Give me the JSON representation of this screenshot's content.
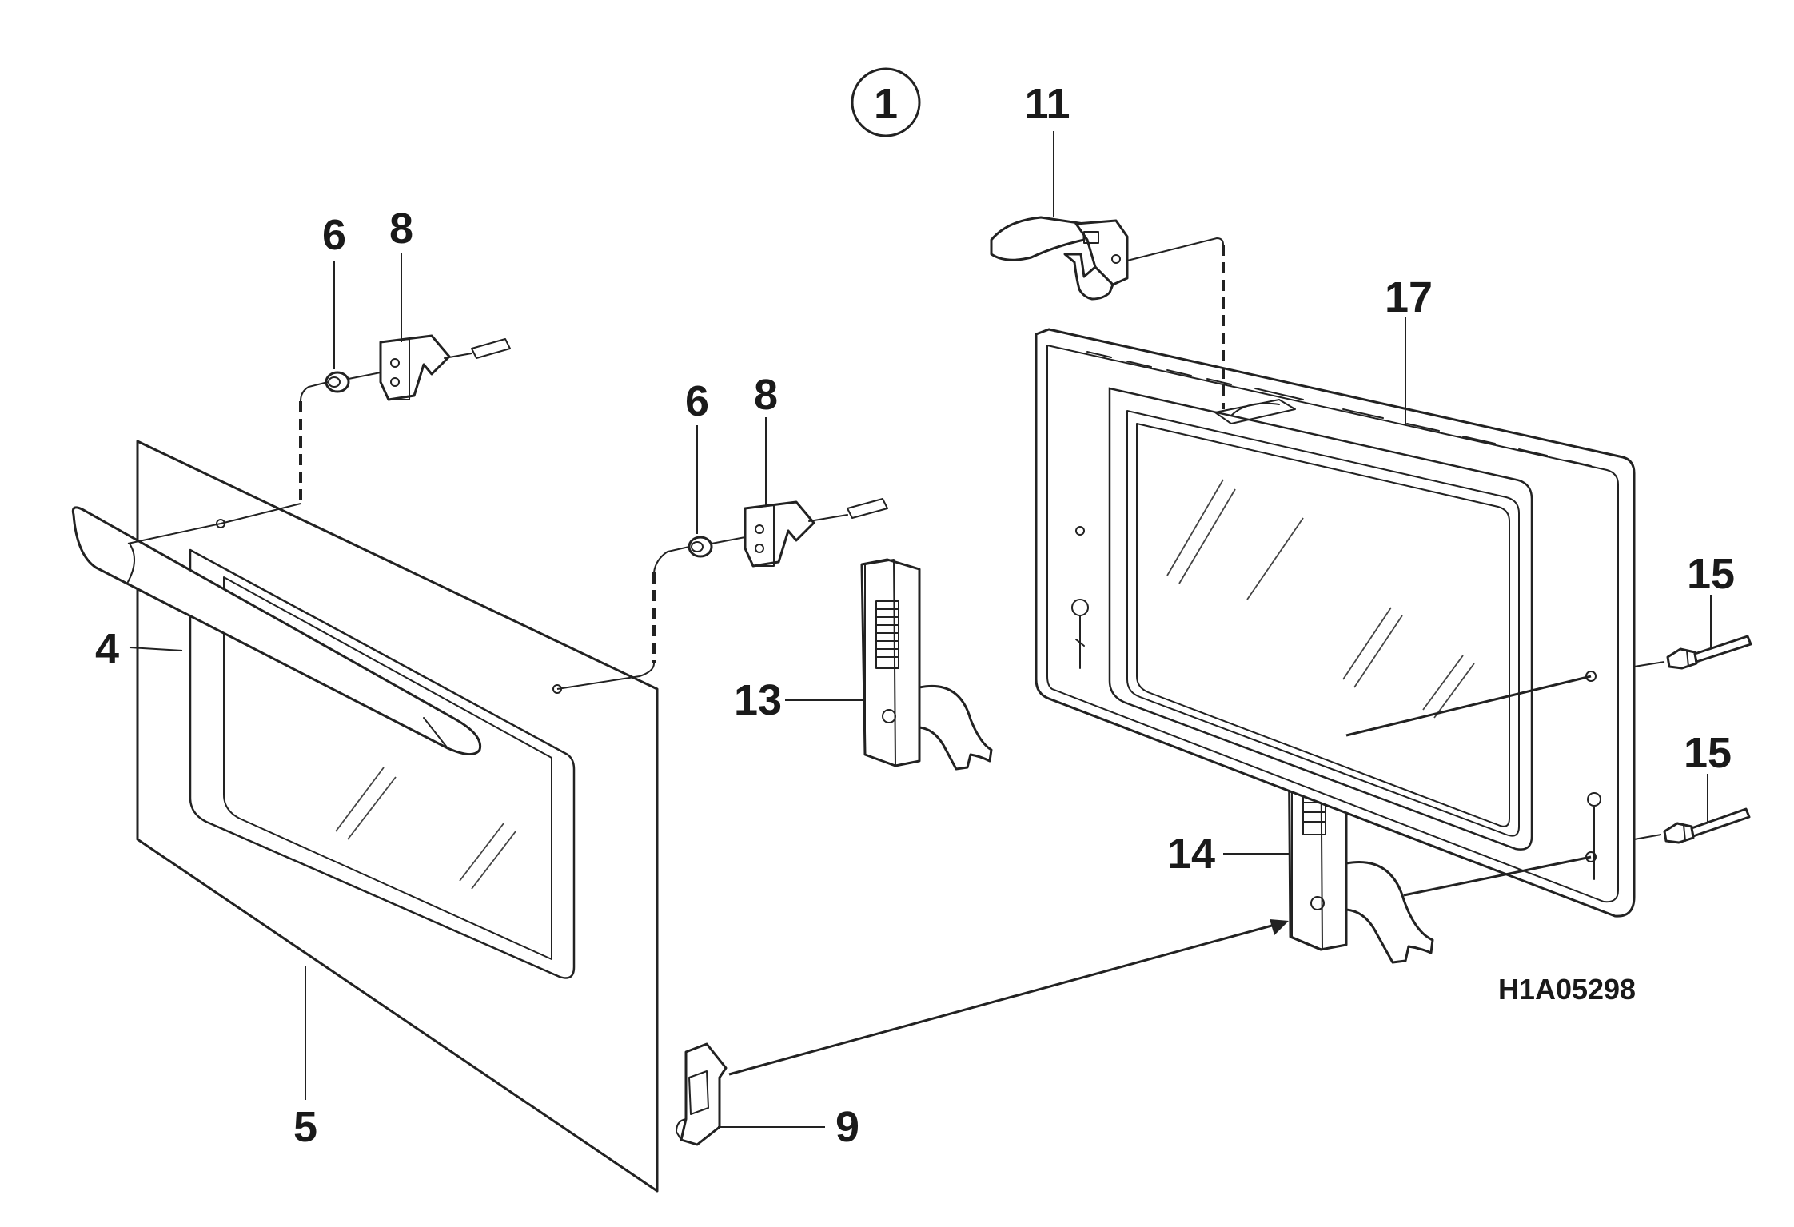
{
  "diagram": {
    "group_number": "1",
    "part_labels": {
      "handle": "4",
      "outer_door_panel": "5",
      "spacer_left": "6",
      "handle_bracket_left": "8",
      "spacer_right": "6",
      "handle_bracket_right": "8",
      "hinge_receiver": "9",
      "door_catch": "11",
      "hinge_left": "13",
      "hinge_right": "14",
      "screw_upper": "15",
      "screw_lower": "15",
      "inner_door_frame": "17"
    },
    "drawing_code": "H1A05298"
  }
}
